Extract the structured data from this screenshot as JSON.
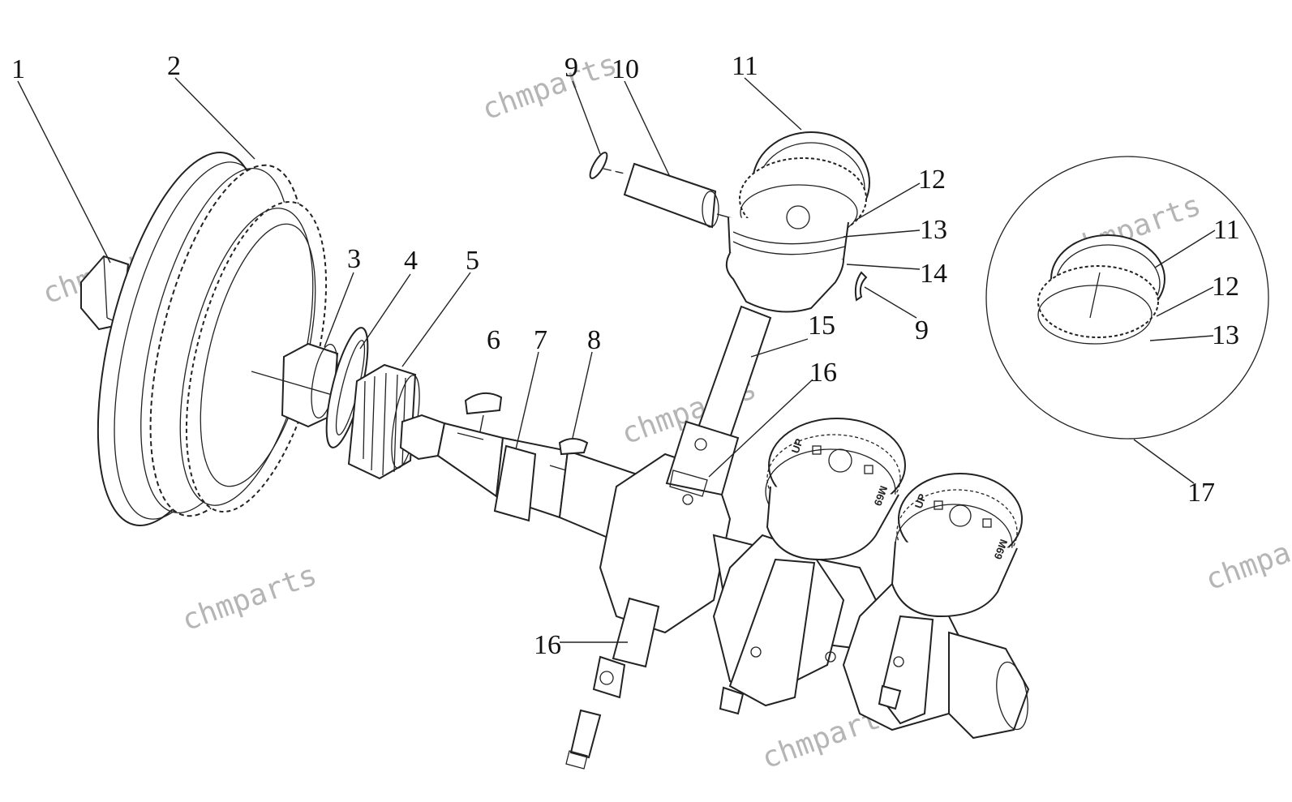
{
  "watermark": "chmparts",
  "callouts": [
    "1",
    "2",
    "3",
    "4",
    "5",
    "6",
    "7",
    "8",
    "9",
    "10",
    "11",
    "12",
    "13",
    "14",
    "9",
    "15",
    "16",
    "16",
    "11",
    "12",
    "13",
    "17"
  ],
  "piston_marks": {
    "top_label": "UP",
    "code": "M69"
  },
  "colors": {
    "line": "#222222",
    "watermark": "#b5b5b5",
    "background": "#ffffff"
  }
}
